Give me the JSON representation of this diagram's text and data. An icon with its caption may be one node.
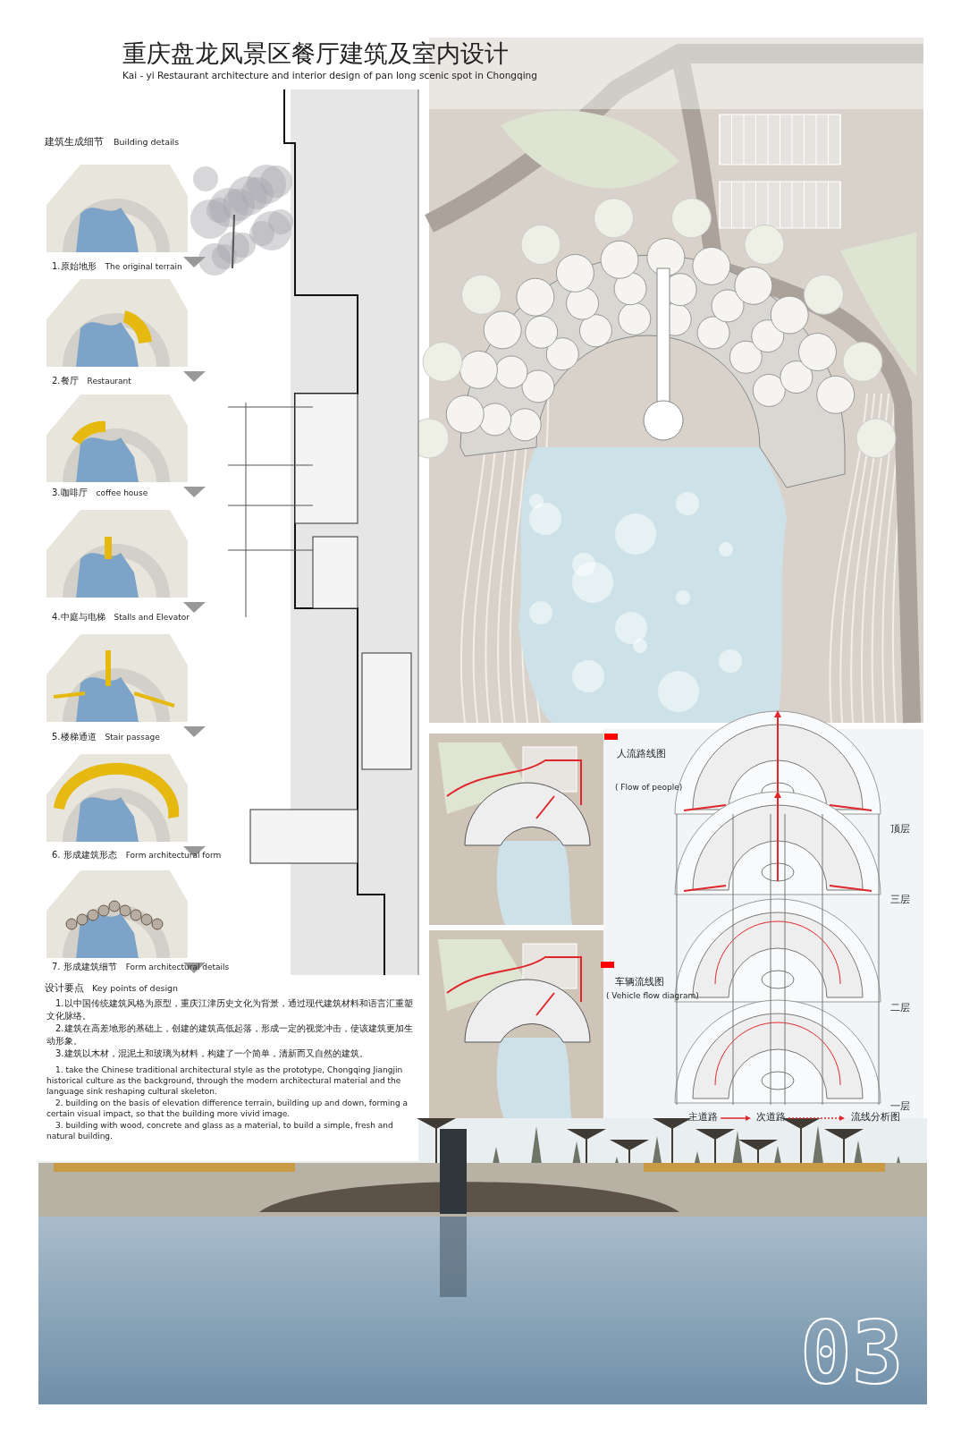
{
  "diagram": {
    "title": "重庆盘龙风景区餐厅建筑及室内设计",
    "labels": [
      "Kai - yi  Restaurant architecture and interior design of pan long scenic spot in Chongqing",
      "建筑生成细节",
      "Building details",
      "1.原始地形",
      "The original terrain",
      "2.餐厅",
      "Restaurant",
      "3.咖啡厅",
      "coffee house",
      "4.中庭与电梯",
      "Stalls and Elevator",
      "5.楼梯通道",
      "Stair passage",
      "6. 形成建筑形态",
      "Form architectural form",
      "7. 形成建筑细节",
      "Form architectural details",
      "设计要点",
      "Key points of design",
      "1.以中国传统建筑风格为原型，重庆江津历史文化为背景，通过现代建筑材料和语言汇重塑文化脉络。",
      "2.建筑在高差地形的基础上，创建的建筑高低起落，形成一定的视觉冲击，使该建筑更加生动形象。",
      "3.建筑以木材，混泥土和玻璃为材料，构建了一个简单，清新而又自然的建筑。",
      "1. take the Chinese traditional architectural style as the prototype, Chongqing Jiangjin historical culture as the background, through the modern architectural material and the language sink reshaping cultural skeleton.",
      "2. building on the basis of elevation difference terrain, building up and down, forming a certain visual impact, so that the building more vivid image.",
      "3. building with wood, concrete and glass as a material, to build a simple, fresh and natural building.",
      "( Flow of people)",
      "( Vehicle flow diagram)",
      "顶层",
      "三层",
      "二层",
      "一层",
      "流线分析图",
      "03"
    ],
    "legend": [
      {
        "text": "人流路线图",
        "color": "#ff0000"
      },
      {
        "text": "车辆流线图",
        "color": "#ff0000"
      },
      {
        "text": "主道路"
      },
      {
        "text": "次道路"
      }
    ]
  }
}
